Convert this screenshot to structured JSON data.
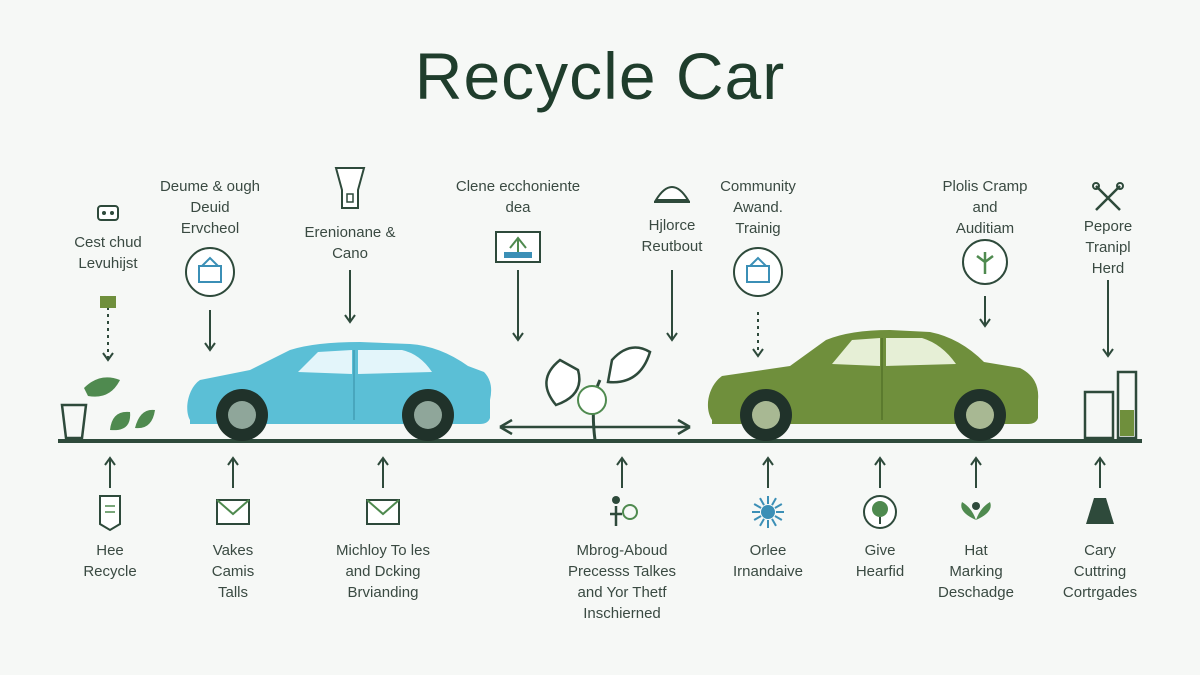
{
  "title": "Recycle Car",
  "colors": {
    "line": "#2e4a3b",
    "car_blue": "#5bbfd6",
    "car_blue_window": "#e3f5fa",
    "car_green": "#6f8f3c",
    "car_green_window": "#e6efd6",
    "leaf": "#4f8a4f",
    "icon_blue": "#3b8fb6"
  },
  "top_labels": [
    {
      "id": "top-1",
      "text": "Cest chud\nLevuhijst",
      "icon": "robot-icon"
    },
    {
      "id": "top-2",
      "text": "Deume & ough\nDeuid\nErvcheol",
      "icon": "factory-icon"
    },
    {
      "id": "top-3",
      "text": "Erenionane &\nCano",
      "icon": "funnel-icon"
    },
    {
      "id": "top-4",
      "text": "Clene ecchoniente\ndea",
      "icon": "monitor-tree-icon"
    },
    {
      "id": "top-5",
      "text": "Hjlorce\nReutbout",
      "icon": "dome-icon"
    },
    {
      "id": "top-6",
      "text": "Community\nAwand.\nTrainig",
      "icon": "building-icon"
    },
    {
      "id": "top-7",
      "text": "Plolis Cramp\nand\nAuditiam",
      "icon": "plant-icon"
    },
    {
      "id": "top-8",
      "text": "Pepore\nTranipl\nHerd",
      "icon": "tools-icon"
    }
  ],
  "bottom_labels": [
    {
      "id": "bot-1",
      "text": "Hee\nRecycle",
      "icon": "document-icon"
    },
    {
      "id": "bot-2",
      "text": "Vakes\nCamis\nTalls",
      "icon": "envelope-icon"
    },
    {
      "id": "bot-3",
      "text": "Michloy To les\nand Dcking\nBrvianding",
      "icon": "mail-icon"
    },
    {
      "id": "bot-4",
      "text": "Mbrog-Aboud\nPrecesss Talkes\nand Yor Thetf\nInschierned",
      "icon": "person-icon"
    },
    {
      "id": "bot-5",
      "text": "Orlee\nIrnandaive",
      "icon": "sun-icon"
    },
    {
      "id": "bot-6",
      "text": "Give\nHearfid",
      "icon": "tree-badge-icon"
    },
    {
      "id": "bot-7",
      "text": "Hat\nMarking\nDeschadge",
      "icon": "lotus-icon"
    },
    {
      "id": "bot-8",
      "text": "Cary\nCuttring\nCortrgades",
      "icon": "cone-icon"
    }
  ]
}
